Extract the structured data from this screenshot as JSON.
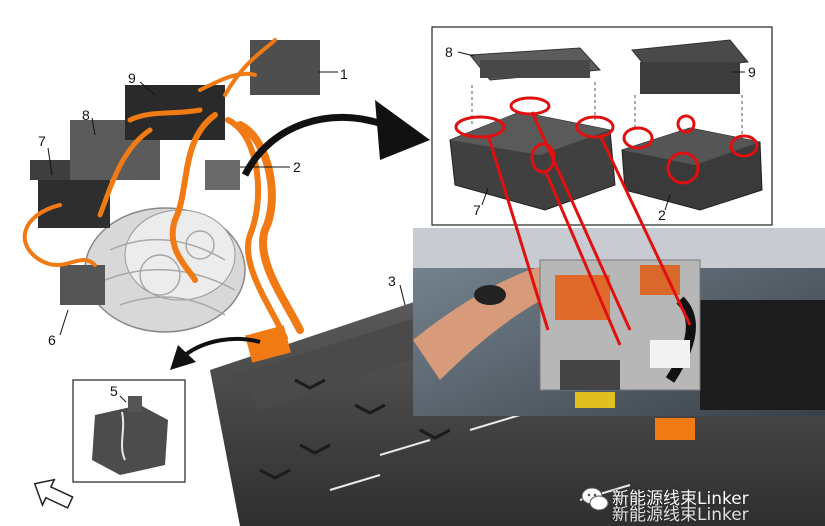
{
  "callouts": {
    "left": [
      "1",
      "2",
      "3",
      "6",
      "7",
      "8",
      "9"
    ],
    "inset_top": [
      "8",
      "9",
      "7",
      "2"
    ],
    "inset_bottom": [
      "5"
    ]
  },
  "watermark": {
    "line1": "新能源线束Linker",
    "line2": "新能源线束Linker"
  },
  "colors": {
    "harness": "#f07a14",
    "housing": "#3d3d3d",
    "highlight": "#e01010",
    "arrow": "#111111"
  }
}
